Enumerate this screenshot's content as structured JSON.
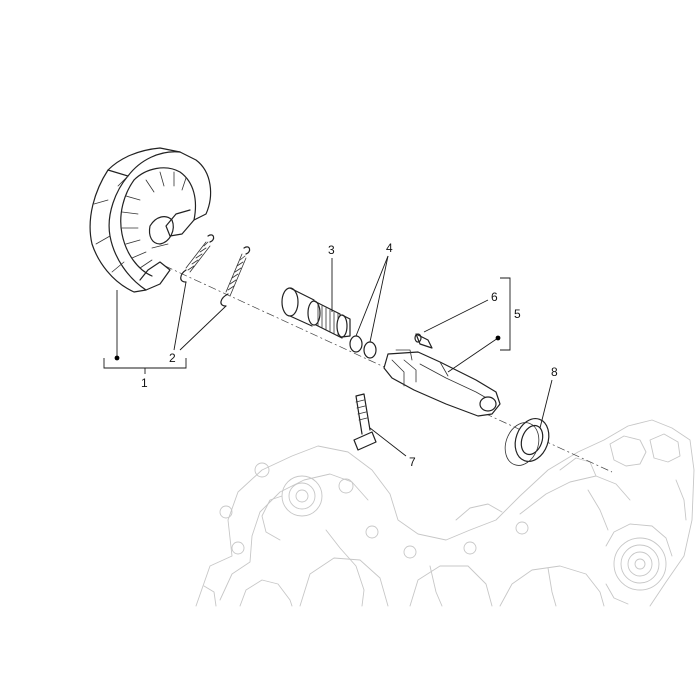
{
  "diagram": {
    "callouts": [
      {
        "id": "1",
        "label": "1"
      },
      {
        "id": "2",
        "label": "2"
      },
      {
        "id": "3",
        "label": "3"
      },
      {
        "id": "4",
        "label": "4"
      },
      {
        "id": "5",
        "label": "5"
      },
      {
        "id": "6",
        "label": "6"
      },
      {
        "id": "7",
        "label": "7"
      },
      {
        "id": "8",
        "label": "8"
      }
    ],
    "parts": [
      "brake-shoe-set",
      "return-spring",
      "cam-shaft",
      "circlip-rings",
      "brake-lever-assembly",
      "pin",
      "bolt",
      "oil-seal",
      "engine-crankcase"
    ]
  }
}
